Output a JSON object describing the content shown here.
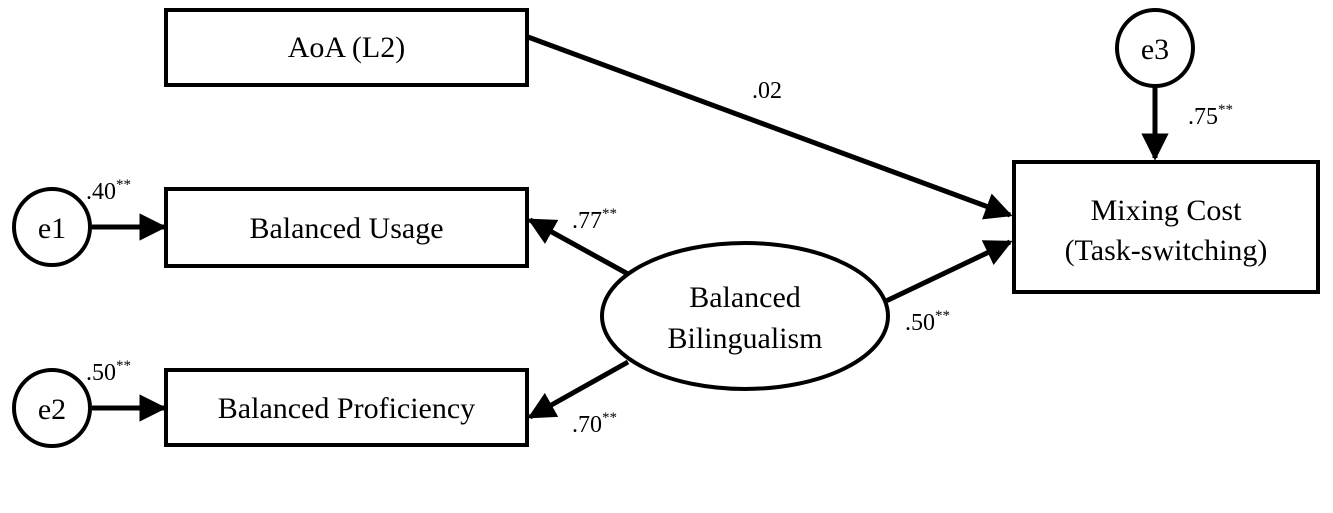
{
  "nodes": {
    "aoa": {
      "label": "AoA (L2)"
    },
    "usage": {
      "label": "Balanced Usage"
    },
    "proficiency": {
      "label": "Balanced Proficiency"
    },
    "mixing": {
      "line1": "Mixing Cost",
      "line2": "(Task-switching)"
    },
    "latent": {
      "line1": "Balanced",
      "line2": "Bilingualism"
    },
    "e1": {
      "label": "e1"
    },
    "e2": {
      "label": "e2"
    },
    "e3": {
      "label": "e3"
    }
  },
  "paths": {
    "aoa_mixing": {
      "coef": ".02",
      "sig": ""
    },
    "latent_usage": {
      "coef": ".77",
      "sig": "**"
    },
    "latent_proficiency": {
      "coef": ".70",
      "sig": "**"
    },
    "latent_mixing": {
      "coef": ".50",
      "sig": "**"
    },
    "e1_usage": {
      "coef": ".40",
      "sig": "**"
    },
    "e2_proficiency": {
      "coef": ".50",
      "sig": "**"
    },
    "e3_mixing": {
      "coef": ".75",
      "sig": "**"
    }
  },
  "colors": {
    "stroke": "#000000",
    "background": "#ffffff"
  }
}
